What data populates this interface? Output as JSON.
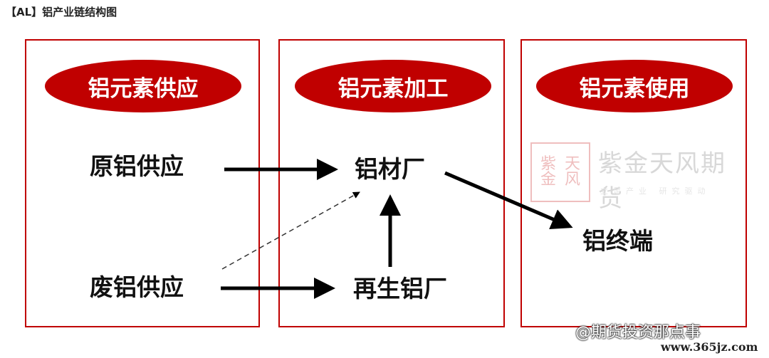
{
  "title": "【AL】铝产业链结构图",
  "columns": [
    {
      "header": "铝元素供应"
    },
    {
      "header": "铝元素加工"
    },
    {
      "header": "铝元素使用"
    }
  ],
  "nodes": {
    "primary_supply": "原铝供应",
    "scrap_supply": "废铝供应",
    "aluminum_plant": "铝材厂",
    "recycled_plant": "再生铝厂",
    "terminal": "铝终端"
  },
  "colors": {
    "accent": "#c00000",
    "arrow": "#000000"
  },
  "watermark": {
    "seal_chars": [
      "紫",
      "天",
      "金",
      "风"
    ],
    "name": "紫金天风期货",
    "slogan": "立足产业 研究驱动"
  },
  "source": "@期货投资那点事",
  "url": "www.365jz.com"
}
